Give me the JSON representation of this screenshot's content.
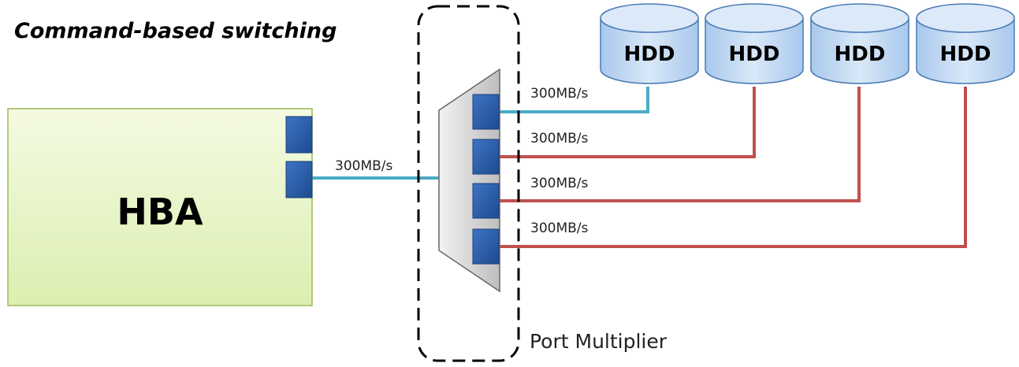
{
  "title": "Command-based switching",
  "hba": {
    "label": "HBA"
  },
  "port_multiplier": {
    "label": "Port Multiplier"
  },
  "links": {
    "hba_to_pm": "300MB/s",
    "ports": [
      "300MB/s",
      "300MB/s",
      "300MB/s",
      "300MB/s"
    ]
  },
  "drives": [
    {
      "label": "HDD",
      "link_color": "#4bacc6"
    },
    {
      "label": "HDD",
      "link_color": "#c0504d"
    },
    {
      "label": "HDD",
      "link_color": "#c0504d"
    },
    {
      "label": "HDD",
      "link_color": "#c0504d"
    }
  ],
  "colors": {
    "hba_fill": "#eaf5c9",
    "hba_border": "#9bbb59",
    "port_fill": "#2e5ea8",
    "active_link": "#4bacc6",
    "idle_link": "#c0504d",
    "hdd_fill": "#c5daf0",
    "hdd_border": "#4a7ab5"
  }
}
